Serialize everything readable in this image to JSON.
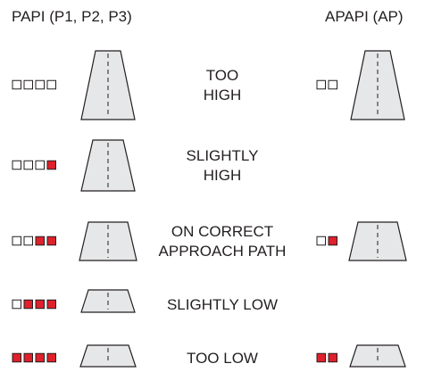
{
  "headers": {
    "papi": "PAPI (P1, P2, P3)",
    "apapi": "APAPI (AP)"
  },
  "colors": {
    "red": "#e0202a",
    "white": "#ffffff",
    "light_outline": "#231f20",
    "runway_fill": "#e6e7e8",
    "runway_stroke": "#231f20"
  },
  "rows": [
    {
      "id": "too-high",
      "label_lines": [
        "TOO",
        "HIGH"
      ],
      "papi_lights": [
        "white",
        "white",
        "white",
        "white"
      ],
      "apapi_lights": [
        "white",
        "white"
      ]
    },
    {
      "id": "slightly-high",
      "label_lines": [
        "SLIGHTLY",
        "HIGH"
      ],
      "papi_lights": [
        "white",
        "white",
        "white",
        "red"
      ],
      "apapi_lights": []
    },
    {
      "id": "on-correct-approach-path",
      "label_lines": [
        "ON CORRECT",
        "APPROACH PATH"
      ],
      "papi_lights": [
        "white",
        "white",
        "red",
        "red"
      ],
      "apapi_lights": [
        "white",
        "red"
      ]
    },
    {
      "id": "slightly-low",
      "label_lines": [
        "SLIGHTLY LOW"
      ],
      "papi_lights": [
        "white",
        "red",
        "red",
        "red"
      ],
      "apapi_lights": []
    },
    {
      "id": "too-low",
      "label_lines": [
        "TOO LOW"
      ],
      "papi_lights": [
        "red",
        "red",
        "red",
        "red"
      ],
      "apapi_lights": [
        "red",
        "red"
      ]
    }
  ]
}
